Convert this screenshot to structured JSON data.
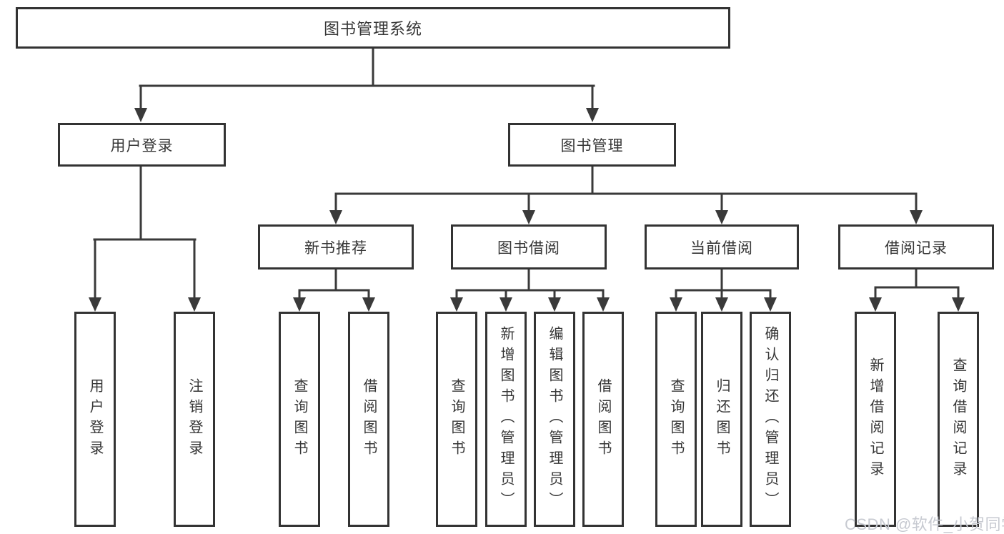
{
  "diagram": {
    "root": {
      "label": "图书管理系统"
    },
    "branches": [
      {
        "label": "用户登录",
        "children": [
          {
            "label": "用户登录"
          },
          {
            "label": "注销登录"
          }
        ]
      },
      {
        "label": "图书管理",
        "children": [
          {
            "label": "新书推荐",
            "children": [
              {
                "label": "查询图书"
              },
              {
                "label": "借阅图书"
              }
            ]
          },
          {
            "label": "图书借阅",
            "children": [
              {
                "label": "查询图书"
              },
              {
                "label": "新增图书（管理员）"
              },
              {
                "label": "编辑图书（管理员）"
              },
              {
                "label": "借阅图书"
              }
            ]
          },
          {
            "label": "当前借阅",
            "children": [
              {
                "label": "查询图书"
              },
              {
                "label": "归还图书"
              },
              {
                "label": "确认归还（管理员）"
              }
            ]
          },
          {
            "label": "借阅记录",
            "children": [
              {
                "label": "新增借阅记录"
              },
              {
                "label": "查询借阅记录"
              }
            ]
          }
        ]
      }
    ]
  },
  "watermark": {
    "text": "CSDN @软件_小贺同学"
  },
  "colors": {
    "line": "#3a3a3a",
    "border": "#333333",
    "text": "#363636",
    "background": "#ffffff",
    "watermark": "#c7cad1"
  }
}
